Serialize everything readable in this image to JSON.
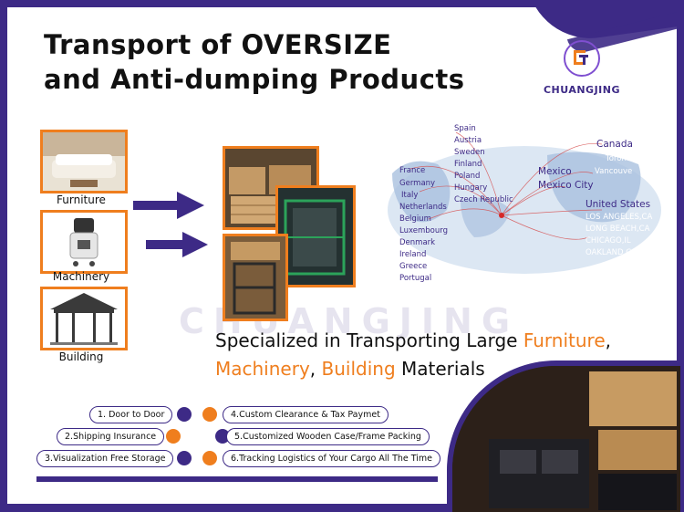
{
  "title": {
    "line1": "Transport of OVERSIZE",
    "line2": "and Anti-dumping Products"
  },
  "logo": {
    "text": "CHUANGJING",
    "mark": "CJ monogram"
  },
  "categories": [
    {
      "label": "Furniture",
      "icon": "sofa-photo"
    },
    {
      "label": "Machinery",
      "icon": "machine-photo"
    },
    {
      "label": "Building",
      "icon": "gazebo-photo"
    }
  ],
  "watermark": "CHUANGJING",
  "map": {
    "europe": [
      "Spain",
      "Austria",
      "Sweden",
      "Finland",
      "Poland",
      "Hungary",
      "Czech Republic"
    ],
    "europe_left": [
      "France",
      "Germany",
      "Italy",
      "Netherlands",
      "Belgium",
      "Luxembourg",
      "Denmark",
      "Ireland",
      "Greece",
      "Portugal"
    ],
    "canada": {
      "title": "Canada",
      "cities": [
        "Toronto",
        "Vancouve"
      ]
    },
    "mexico": {
      "title": "Mexico",
      "city": "Mexico City"
    },
    "usa": {
      "title": "United States",
      "cities": [
        "LOS ANGELES,CA",
        "LONG BEACH,CA",
        "CHICAGO,IL",
        "OAKLAND,CA"
      ]
    }
  },
  "tagline": {
    "part1": "Specialized in Transporting Large ",
    "furniture": "Furniture",
    "comma1": ",",
    "machinery": "Machinery",
    "comma2": ", ",
    "building": "Building",
    "part2": " Materials"
  },
  "services": [
    "1.  Door to Door",
    "4.Custom Clearance & Tax Paymet",
    "2.Shipping Insurance",
    "5.Customized Wooden Case/Frame Packing",
    "3.Visualization Free Storage",
    "6.Tracking Logistics of Your Cargo All The Time"
  ],
  "colors": {
    "brand_purple": "#3d2a86",
    "accent_orange": "#ef7e1e"
  }
}
